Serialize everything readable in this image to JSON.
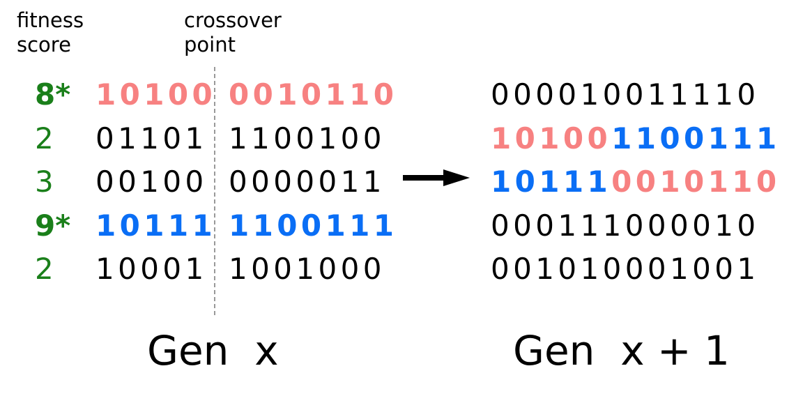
{
  "headers": {
    "fitness": "fitness\nscore",
    "crossover": "crossover\npoint"
  },
  "colors": {
    "parent_a": "#f78181",
    "parent_b": "#0a6ef5",
    "fitness": "#1a7f1a",
    "normal": "#000000"
  },
  "gen_x": {
    "label": "Gen  x",
    "rows": [
      {
        "score": "8*",
        "left": "10100",
        "right": "0010110",
        "selected": true,
        "color": "#f78181"
      },
      {
        "score": "2",
        "left": "01101",
        "right": "1100100",
        "selected": false,
        "color": "#000000"
      },
      {
        "score": "3",
        "left": "00100",
        "right": "0000011",
        "selected": false,
        "color": "#000000"
      },
      {
        "score": "9*",
        "left": "10111",
        "right": "1100111",
        "selected": true,
        "color": "#0a6ef5"
      },
      {
        "score": "2",
        "left": "10001",
        "right": "1001000",
        "selected": false,
        "color": "#000000"
      }
    ]
  },
  "gen_x1": {
    "label": "Gen  x + 1",
    "rows": [
      {
        "segments": [
          {
            "text": "000010011110",
            "color": "#000000",
            "bold": false
          }
        ]
      },
      {
        "segments": [
          {
            "text": "10100",
            "color": "#f78181",
            "bold": true
          },
          {
            "text": "1100111",
            "color": "#0a6ef5",
            "bold": true
          }
        ]
      },
      {
        "segments": [
          {
            "text": "10111",
            "color": "#0a6ef5",
            "bold": true
          },
          {
            "text": "0010110",
            "color": "#f78181",
            "bold": true
          }
        ]
      },
      {
        "segments": [
          {
            "text": "000111000010",
            "color": "#000000",
            "bold": false
          }
        ]
      },
      {
        "segments": [
          {
            "text": "001010001001",
            "color": "#000000",
            "bold": false
          }
        ]
      }
    ]
  }
}
